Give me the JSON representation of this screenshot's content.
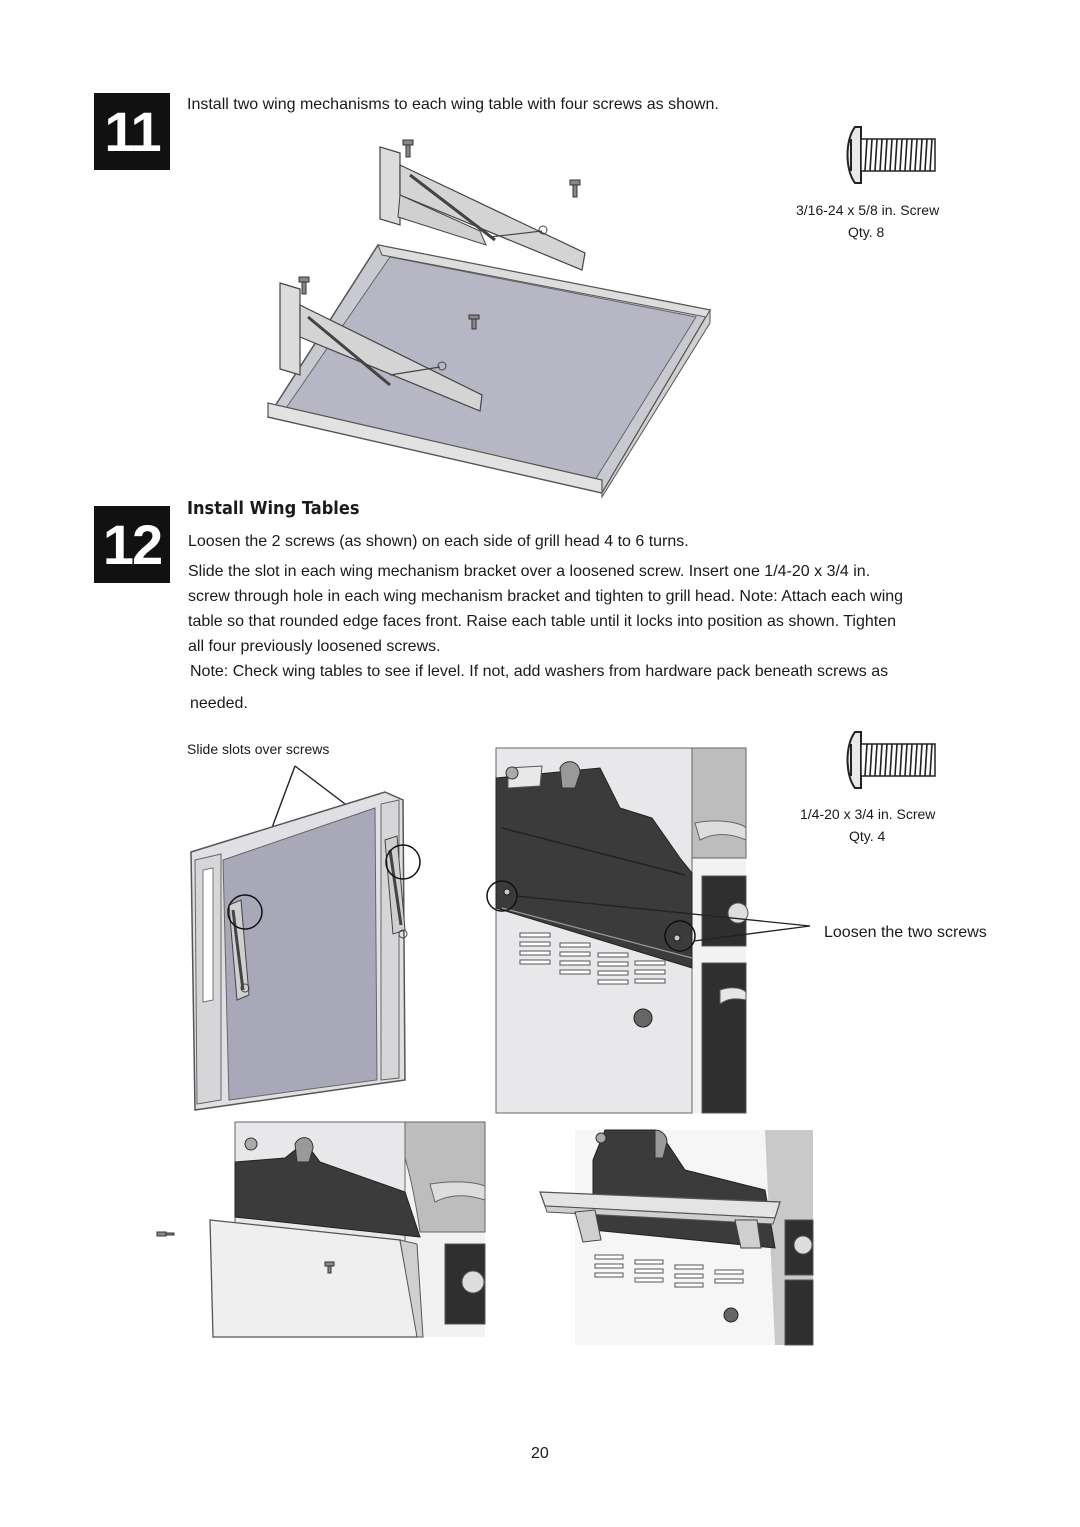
{
  "step11": {
    "number": "11",
    "instruction": "Install two wing mechanisms to each wing table with four screws as shown.",
    "hardware": {
      "label": "3/16-24 x 5/8 in. Screw",
      "qty": "Qty. 8"
    }
  },
  "step12": {
    "number": "12",
    "heading": "Install Wing Tables",
    "line1": "Loosen the 2 screws (as shown) on each side of grill head 4 to 6 turns.",
    "para_lines": [
      "Slide the slot in each wing mechanism bracket over a loosened screw. Insert one 1/4-20 x 3/4 in.",
      "screw through hole in each wing mechanism bracket and tighten to grill head. Note: Attach each wing",
      "table so that rounded edge faces front. Raise each table until it locks into position as shown. Tighten",
      "all four previously loosened screws."
    ],
    "note_lines": [
      "Note: Check wing tables to see if level. If not, add washers from hardware pack beneath screws as",
      "needed."
    ],
    "callout_slots": "Slide slots over screws",
    "callout_loosen": "Loosen the two screws",
    "hardware": {
      "label": "1/4-20 x 3/4 in. Screw",
      "qty": "Qty. 4"
    }
  },
  "page_number": "20",
  "colors": {
    "badge": "#111111",
    "panel": "#a9a8b8",
    "steel": "#d8d8d8",
    "dark": "#3a3a3a"
  }
}
